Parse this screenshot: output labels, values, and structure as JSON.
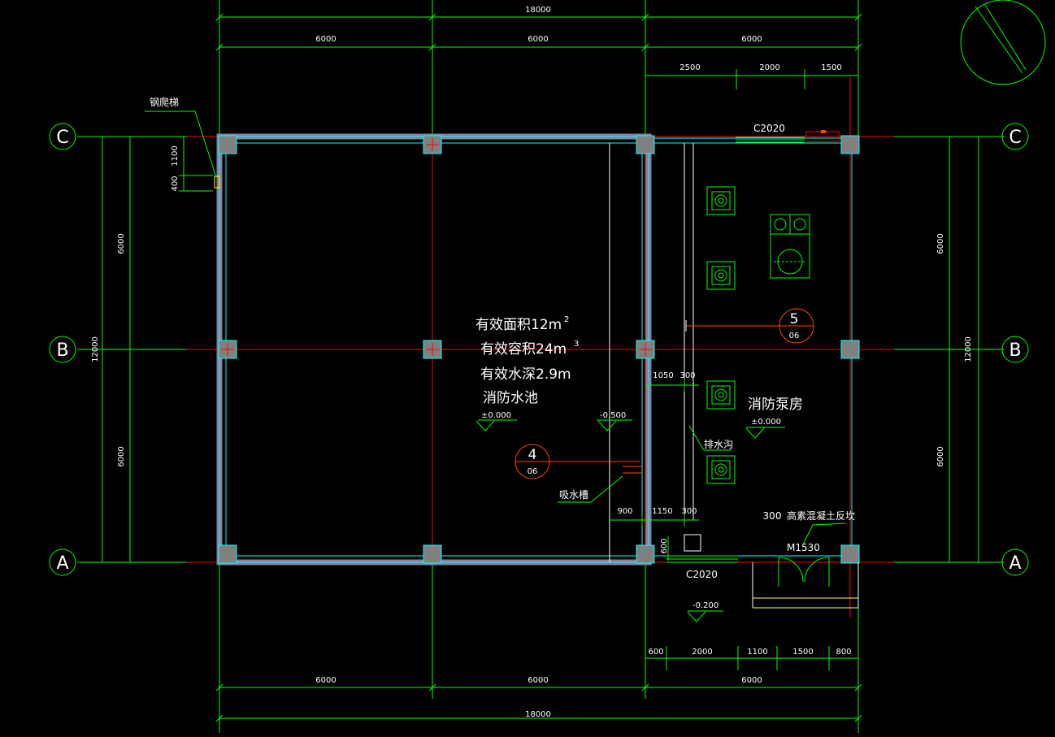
{
  "dims": {
    "total_top": "18000",
    "top_bays": [
      "6000",
      "6000",
      "6000"
    ],
    "top_sub": [
      "2500",
      "2000",
      "1500"
    ],
    "bottom_sub": [
      "600",
      "2000",
      "1100",
      "1500",
      "800"
    ],
    "bottom_bays": [
      "6000",
      "6000",
      "6000"
    ],
    "total_bottom": "18000",
    "left_bays": [
      "6000",
      "6000"
    ],
    "left_total": "12000",
    "right_bays": [
      "6000",
      "6000"
    ],
    "right_total": "12000",
    "ladder_1100": "1100",
    "ladder_400": "400",
    "mid_1050": "1050",
    "mid_300a": "300",
    "bot_900": "900",
    "bot_1150": "1150",
    "bot_300b": "300",
    "bot_600": "600",
    "pit_300": "300"
  },
  "axes": {
    "c": "C",
    "b": "B",
    "a": "A"
  },
  "labels": {
    "ladder": "钢爬梯",
    "window_top": "C2020",
    "window_bottom": "C2020",
    "door": "M1530",
    "pool_area": "有效面积12m",
    "pool_area_sup": "2",
    "pool_volume": "有效容积24m",
    "pool_volume_sup": "3",
    "pool_depth": "有效水深2.9m",
    "pool_name": "消防水池",
    "pump_room": "消防泵房",
    "drain": "排水沟",
    "suction_tank": "吸水槽",
    "pit_note": "高素混凝土反坎"
  },
  "elevations": {
    "pool_floor": "±0.000",
    "pool_suction": "-0.500",
    "pump_floor": "±0.000",
    "outdoor": "-0.200"
  },
  "callouts": {
    "c4_num": "4",
    "c4_sheet": "06",
    "c5_num": "5",
    "c5_sheet": "06"
  },
  "colors": {
    "dim": "#00ff00",
    "grid": "#ff0000",
    "wall": "#00ffff",
    "column": "#808080",
    "equipment": "#00ff00",
    "callout": "#ff4400"
  }
}
